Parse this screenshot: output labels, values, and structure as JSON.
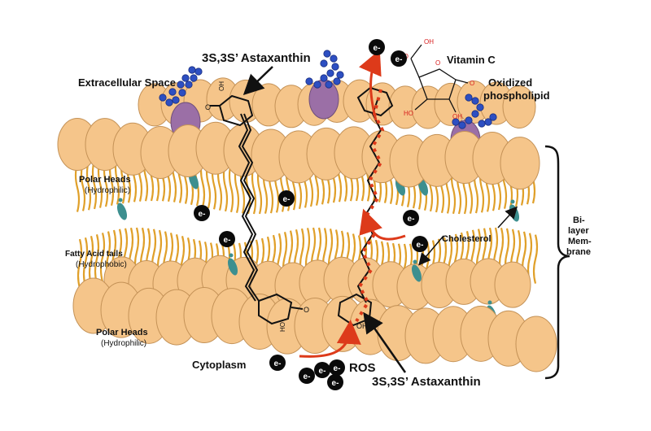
{
  "labels": {
    "astaxanthin_top": "3S,3S’ Astaxanthin",
    "astaxanthin_bottom": "3S,3S’ Astaxanthin",
    "extracellular": "Extracellular Space",
    "vitamin_c": "Vitamin C",
    "oxidized_line1": "Oxidized",
    "oxidized_line2": "phospholipid",
    "polar_heads_top": "Polar Heads",
    "hydrophilic_top": "(Hydrophilic)",
    "fatty_acid": "Fatty Acid tails",
    "hydrophobic": "(Hydrophobic)",
    "polar_heads_bottom": "Polar Heads",
    "hydrophilic_bottom": "(Hydrophilic)",
    "cytoplasm": "Cytoplasm",
    "ros": "ROS",
    "cholesterol": "Cholesterol",
    "bilayer_1": "Bi-",
    "bilayer_2": "layer",
    "bilayer_3": "Mem-",
    "bilayer_4": "brane",
    "electron": "e-",
    "ho_atom": "HO",
    "oh_atom": "OH",
    "o_atom": "O"
  },
  "colors": {
    "head_fill": "#f5c58a",
    "head_stroke": "#c49257",
    "tail": "#e0a02a",
    "oxidized_head": "#9b6fa6",
    "cholesterol": "#3d8f8f",
    "blue_chain": "#2d4fc2",
    "arrow_red": "#dd3a1a",
    "vitamin_red": "#d81e1e"
  }
}
